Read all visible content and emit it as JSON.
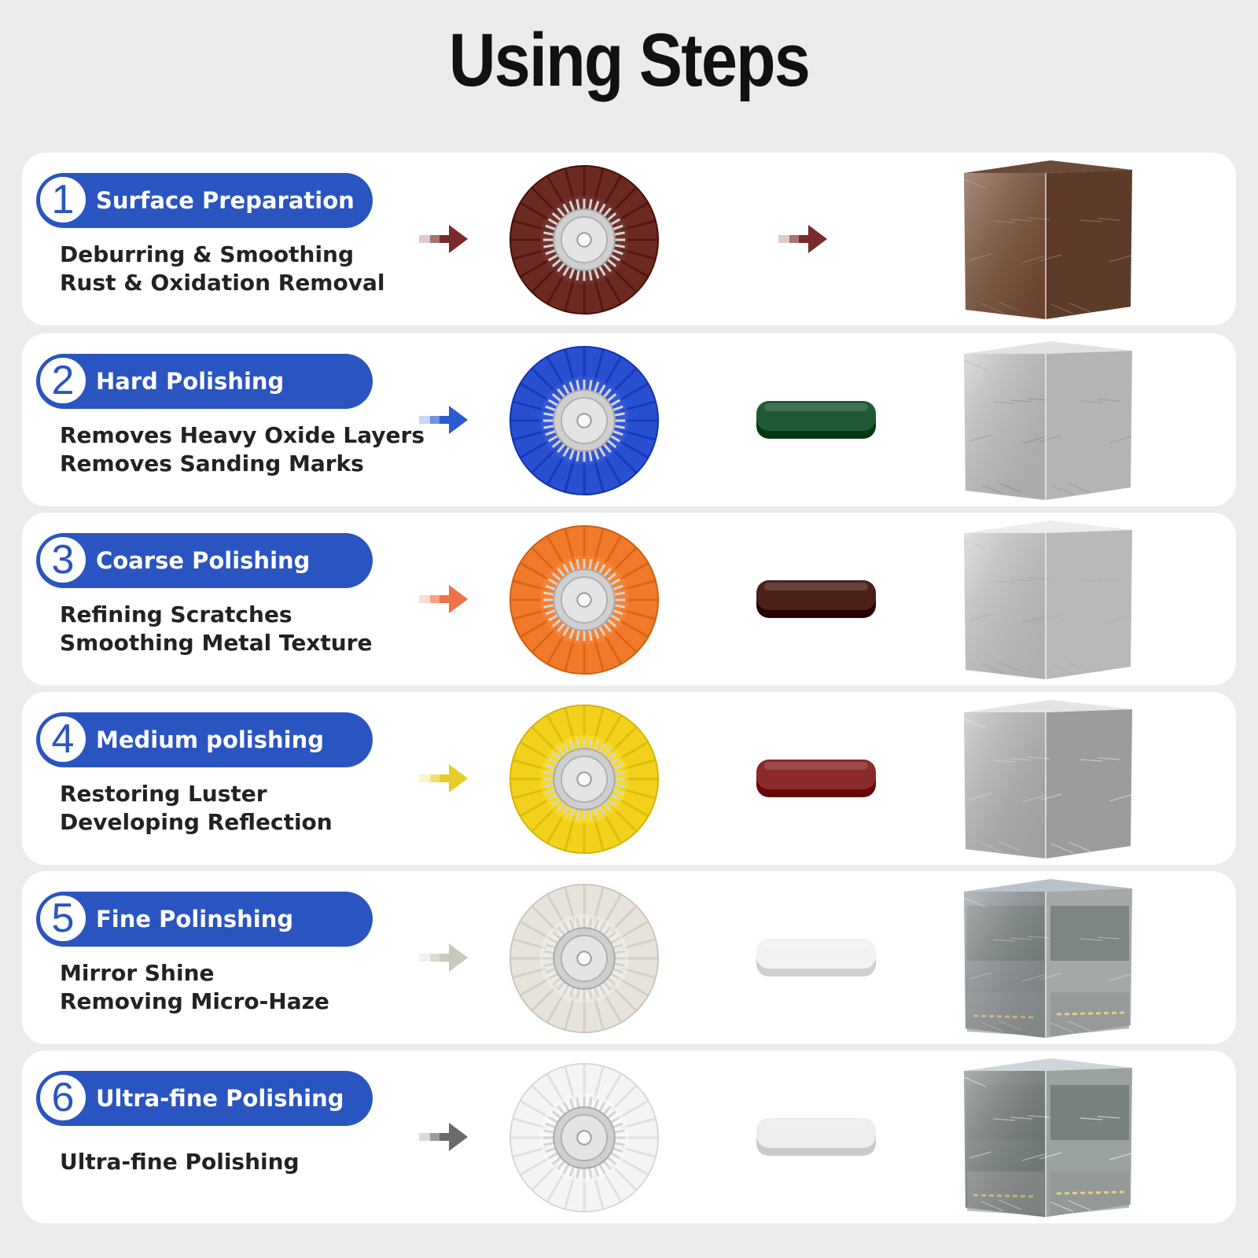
{
  "title": "Using Steps",
  "steps": [
    {
      "num": "1",
      "title": "Surface Preparation",
      "lines": [
        "Deburring & Smoothing",
        "Rust & Oxidation Removal"
      ],
      "wheel_color": "#6a2a22",
      "arrow_color": "#7a2a2a",
      "compound_color": null,
      "cube_style": "rust"
    },
    {
      "num": "2",
      "title": "Hard Polishing",
      "lines": [
        "Removes Heavy Oxide Layers",
        "Removes Sanding Marks"
      ],
      "wheel_color": "#2a4fd0",
      "arrow_color": "#2a5ad0",
      "compound_color": "#1f5a35",
      "cube_style": "scratched"
    },
    {
      "num": "3",
      "title": "Coarse Polishing",
      "lines": [
        "Refining Scratches",
        "Smoothing Metal Texture"
      ],
      "wheel_color": "#f07a2a",
      "arrow_color": "#f0704a",
      "compound_color": "#4a2018",
      "cube_style": "brushed"
    },
    {
      "num": "4",
      "title": "Medium polishing",
      "lines": [
        "Restoring Luster",
        "Developing Reflection"
      ],
      "wheel_color": "#f2d21c",
      "arrow_color": "#e8cc2a",
      "compound_color": "#8a2a2a",
      "cube_style": "satin"
    },
    {
      "num": "5",
      "title": "Fine Polinshing",
      "lines": [
        "Mirror Shine",
        "Removing Micro-Haze"
      ],
      "wheel_color": "#e8e4dc",
      "arrow_color": "#c8c8bc",
      "compound_color": "#f2f2f2",
      "cube_style": "reflective"
    },
    {
      "num": "6",
      "title": "Ultra-fine Polishing",
      "lines": [
        "Ultra-fine Polishing"
      ],
      "wheel_color": "#f4f4f4",
      "arrow_color": "#6a6a6a",
      "compound_color": "#ededed",
      "cube_style": "mirror"
    }
  ]
}
